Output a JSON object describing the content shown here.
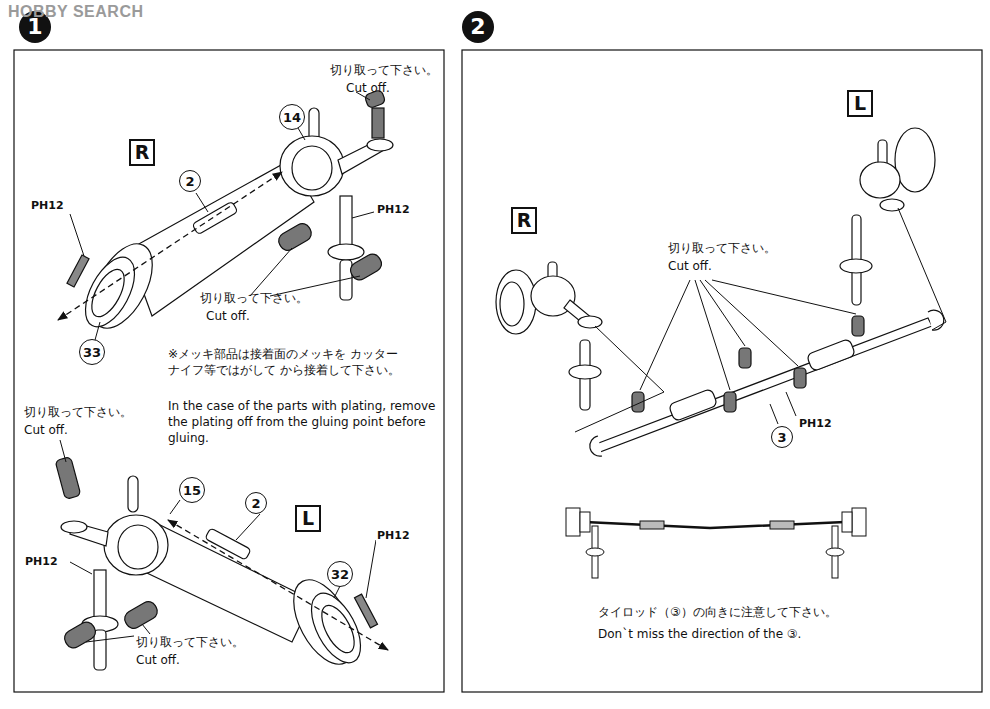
{
  "diagram": {
    "nodes": [
      {
        "text": [
          "1"
        ]
      },
      {
        "text": [
          "R"
        ]
      },
      {
        "text": [
          "14"
        ]
      },
      {
        "text": [
          "2"
        ]
      },
      {
        "text": [
          "33"
        ]
      },
      {
        "text": [
          "15"
        ]
      },
      {
        "text": [
          "2"
        ]
      },
      {
        "text": [
          "L"
        ]
      },
      {
        "text": [
          "32"
        ]
      },
      {
        "text": [
          "2"
        ]
      },
      {
        "text": [
          "R"
        ]
      },
      {
        "text": [
          "L"
        ]
      },
      {
        "text": [
          "3"
        ]
      }
    ],
    "labels": [
      "HOBBY SEARCH",
      "切り取って下さい。",
      "Cut off.",
      "PH12",
      "PH12",
      "切り取って下さい。",
      "Cut off.",
      "※メッキ部品は接着面のメッキを カッターナイフ等ではがして から接着して下さい。",
      "In the case of the parts with plating, remove the plating off from the gluing point before gluing.",
      "切り取って下さい。",
      "Cut off.",
      "PH12",
      "PH12",
      "切り取って下さい。",
      "Cut off.",
      "切り取って下さい。",
      "Cut off.",
      "PH12",
      "タイロッド（③）の向きに注意して下さい。",
      "Don`t miss the direction of the ③."
    ]
  }
}
